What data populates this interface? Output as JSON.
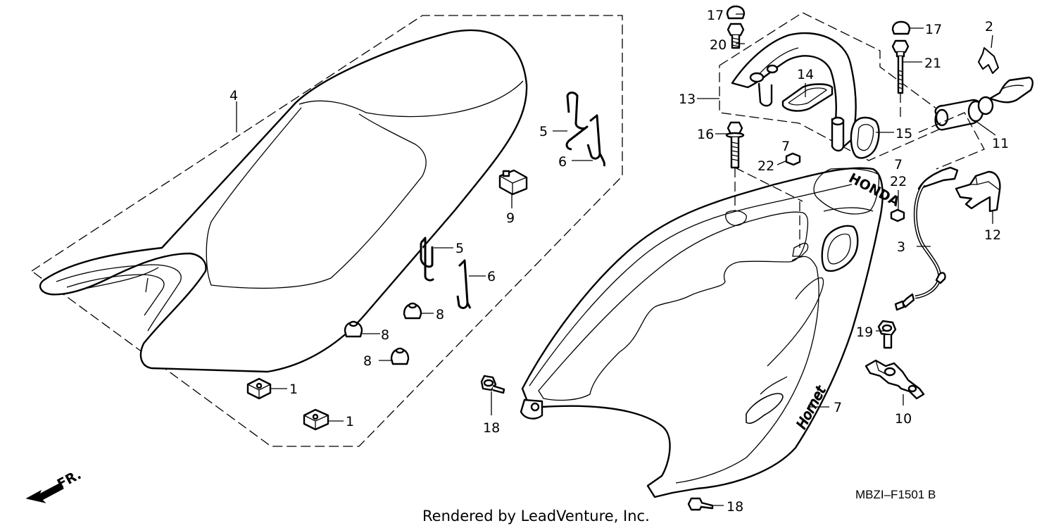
{
  "diagram": {
    "callouts": {
      "n1": "1",
      "n2": "2",
      "n3": "3",
      "n4": "4",
      "n5": "5",
      "n6": "6",
      "n7": "7",
      "n8": "8",
      "n9": "9",
      "n10": "10",
      "n11": "11",
      "n12": "12",
      "n13": "13",
      "n14": "14",
      "n15": "15",
      "n16": "16",
      "n17": "17",
      "n18": "18",
      "n19": "19",
      "n20": "20",
      "n21": "21",
      "n22": "22"
    },
    "direction_marker": "FR.",
    "diagram_code": "MBZI–F1501 B",
    "credit": "Rendered by LeadVenture, Inc.",
    "cowl_badge": "HONDA",
    "cowl_script": "Hornet"
  },
  "colors": {
    "line": "#000000",
    "background": "#ffffff"
  }
}
